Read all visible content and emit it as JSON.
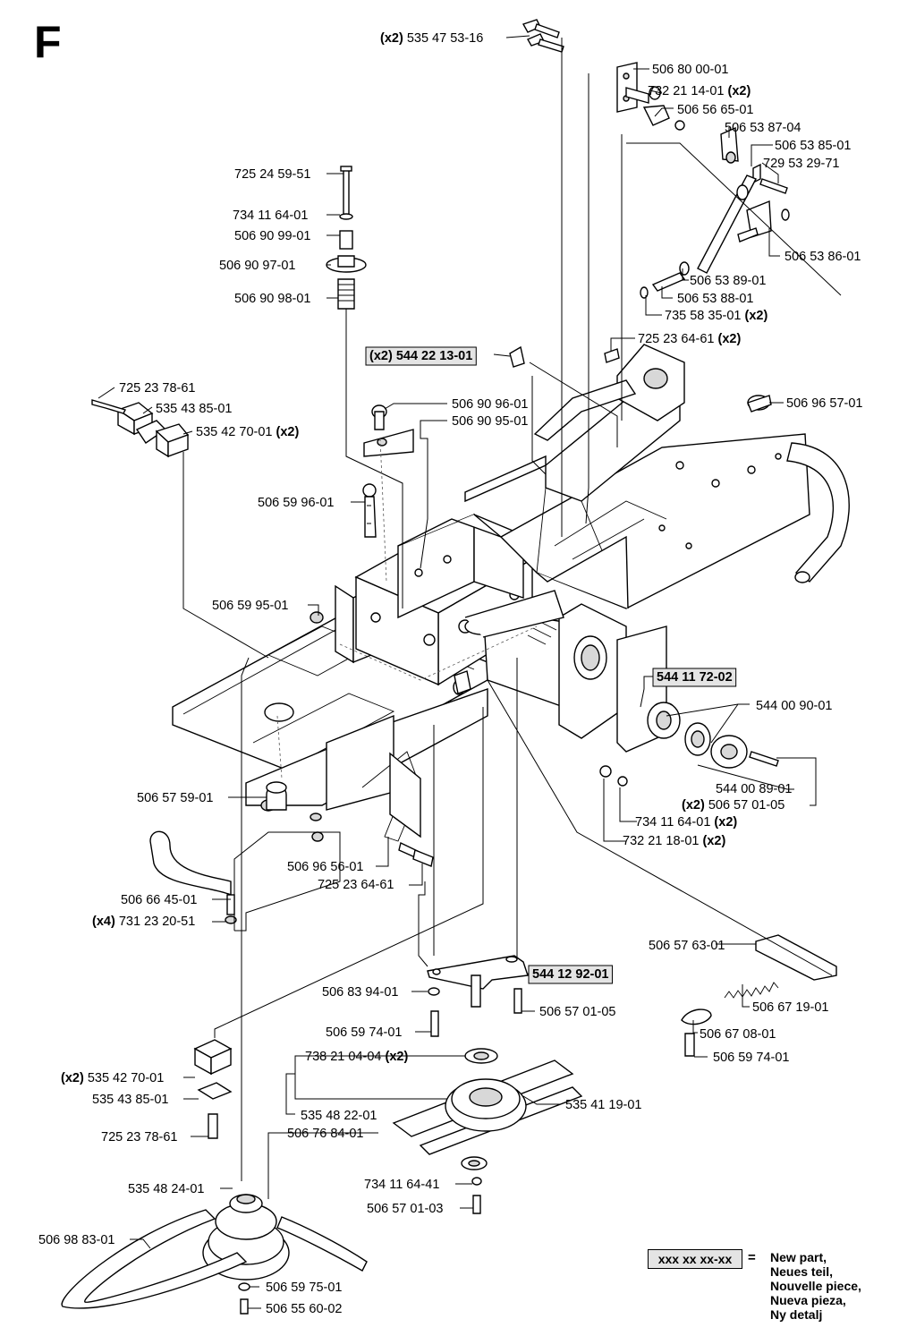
{
  "sheet_letter": "F",
  "parts": [
    {
      "id": "p1",
      "qty": "(x2)",
      "number": "535 47 53-16"
    },
    {
      "id": "p2",
      "qty": "",
      "number": "506 80 00-01"
    },
    {
      "id": "p3",
      "qty": "(x2)",
      "number": "732 21 14-01"
    },
    {
      "id": "p4",
      "qty": "",
      "number": "506 56 65-01"
    },
    {
      "id": "p5",
      "qty": "",
      "number": "506 53 87-04"
    },
    {
      "id": "p6",
      "qty": "",
      "number": "506 53 85-01"
    },
    {
      "id": "p7",
      "qty": "",
      "number": "729 53 29-71"
    },
    {
      "id": "p8",
      "qty": "",
      "number": "506 53 86-01"
    },
    {
      "id": "p9",
      "qty": "",
      "number": "506 53 89-01"
    },
    {
      "id": "p10",
      "qty": "",
      "number": "506 53 88-01"
    },
    {
      "id": "p11",
      "qty": "(x2)",
      "number": "735 58 35-01"
    },
    {
      "id": "p12",
      "qty": "(x2)",
      "number": "725 23 64-61"
    },
    {
      "id": "p13",
      "qty": "",
      "number": "506 96 57-01"
    },
    {
      "id": "p14",
      "qty": "",
      "number": "725 24 59-51"
    },
    {
      "id": "p15",
      "qty": "",
      "number": "734 11 64-01"
    },
    {
      "id": "p16",
      "qty": "",
      "number": "506 90 99-01"
    },
    {
      "id": "p17",
      "qty": "",
      "number": "506 90 97-01"
    },
    {
      "id": "p18",
      "qty": "",
      "number": "506 90 98-01"
    },
    {
      "id": "p19",
      "qty": "(x2)",
      "number": "544 22 13-01",
      "new": true
    },
    {
      "id": "p20",
      "qty": "",
      "number": "725 23 78-61"
    },
    {
      "id": "p21",
      "qty": "",
      "number": "535 43 85-01"
    },
    {
      "id": "p22",
      "qty": "(x2)",
      "number": "535 42 70-01"
    },
    {
      "id": "p23",
      "qty": "",
      "number": "506 90 96-01"
    },
    {
      "id": "p24",
      "qty": "",
      "number": "506 90 95-01"
    },
    {
      "id": "p25",
      "qty": "",
      "number": "506 59 96-01"
    },
    {
      "id": "p26",
      "qty": "",
      "number": "506 59 95-01"
    },
    {
      "id": "p27",
      "qty": "",
      "number": "544 11 72-02",
      "new": true
    },
    {
      "id": "p28",
      "qty": "",
      "number": "544 00 90-01"
    },
    {
      "id": "p29",
      "qty": "",
      "number": "544 00 89-01"
    },
    {
      "id": "p30",
      "qty": "(x2)",
      "number": "506 57 01-05"
    },
    {
      "id": "p31",
      "qty": "(x2)",
      "number": "734 11 64-01"
    },
    {
      "id": "p32",
      "qty": "(x2)",
      "number": "732 21 18-01"
    },
    {
      "id": "p33",
      "qty": "",
      "number": "506 57 59-01"
    },
    {
      "id": "p34",
      "qty": "",
      "number": "506 96 56-01"
    },
    {
      "id": "p35",
      "qty": "",
      "number": "725 23 64-61"
    },
    {
      "id": "p36",
      "qty": "",
      "number": "506 66 45-01"
    },
    {
      "id": "p37",
      "qty": "(x4)",
      "number": "731 23 20-51"
    },
    {
      "id": "p38",
      "qty": "",
      "number": "506 57 63-01"
    },
    {
      "id": "p39",
      "qty": "",
      "number": "544 12 92-01",
      "new": true
    },
    {
      "id": "p40",
      "qty": "",
      "number": "506 83 94-01"
    },
    {
      "id": "p41",
      "qty": "",
      "number": "506 57 01-05"
    },
    {
      "id": "p42",
      "qty": "",
      "number": "506 67 19-01"
    },
    {
      "id": "p43",
      "qty": "",
      "number": "506 59 74-01"
    },
    {
      "id": "p44",
      "qty": "",
      "number": "506 67 08-01"
    },
    {
      "id": "p45",
      "qty": "",
      "number": "506 59 74-01"
    },
    {
      "id": "p46",
      "qty": "(x2)",
      "number": "738 21 04-04"
    },
    {
      "id": "p47",
      "qty": "(x2)",
      "number": "535 42 70-01"
    },
    {
      "id": "p48",
      "qty": "",
      "number": "535 43 85-01"
    },
    {
      "id": "p49",
      "qty": "",
      "number": "535 41 19-01"
    },
    {
      "id": "p50",
      "qty": "",
      "number": "535 48 22-01"
    },
    {
      "id": "p51",
      "qty": "",
      "number": "725 23 78-61"
    },
    {
      "id": "p52",
      "qty": "",
      "number": "506 76 84-01"
    },
    {
      "id": "p53",
      "qty": "",
      "number": "734 11 64-41"
    },
    {
      "id": "p54",
      "qty": "",
      "number": "535 48 24-01"
    },
    {
      "id": "p55",
      "qty": "",
      "number": "506 57 01-03"
    },
    {
      "id": "p56",
      "qty": "",
      "number": "506 98 83-01"
    },
    {
      "id": "p57",
      "qty": "",
      "number": "506 59 75-01"
    },
    {
      "id": "p58",
      "qty": "",
      "number": "506 55 60-02"
    }
  ],
  "legend": {
    "sample": "xxx xx xx-xx",
    "equals": "=",
    "lines": [
      "New part,",
      "Neues teil,",
      "Nouvelle piece,",
      "Nueva pieza,",
      "Ny detalj"
    ]
  }
}
